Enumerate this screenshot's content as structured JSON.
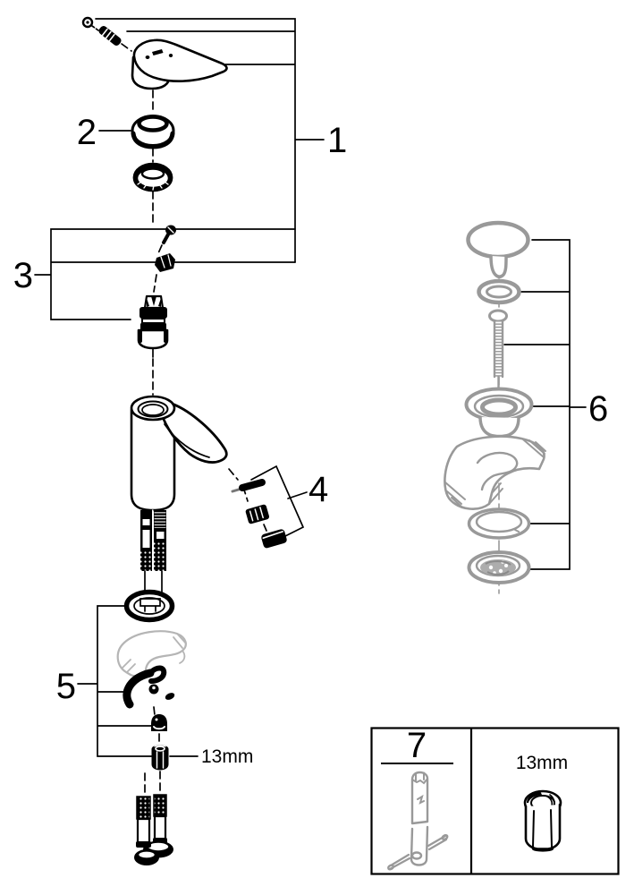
{
  "figure": {
    "type": "exploded-parts-diagram",
    "background": "#ffffff",
    "line_color": "#000000",
    "secondary_color": "#999999",
    "light_gray": "#b5b5b5"
  },
  "callouts": {
    "part1": "1",
    "part2": "2",
    "part3": "3",
    "part4": "4",
    "part5": "5",
    "part6": "6",
    "part7": "7"
  },
  "annotations": {
    "mounting_nut_size": "13mm",
    "box_nut_size": "13mm"
  }
}
